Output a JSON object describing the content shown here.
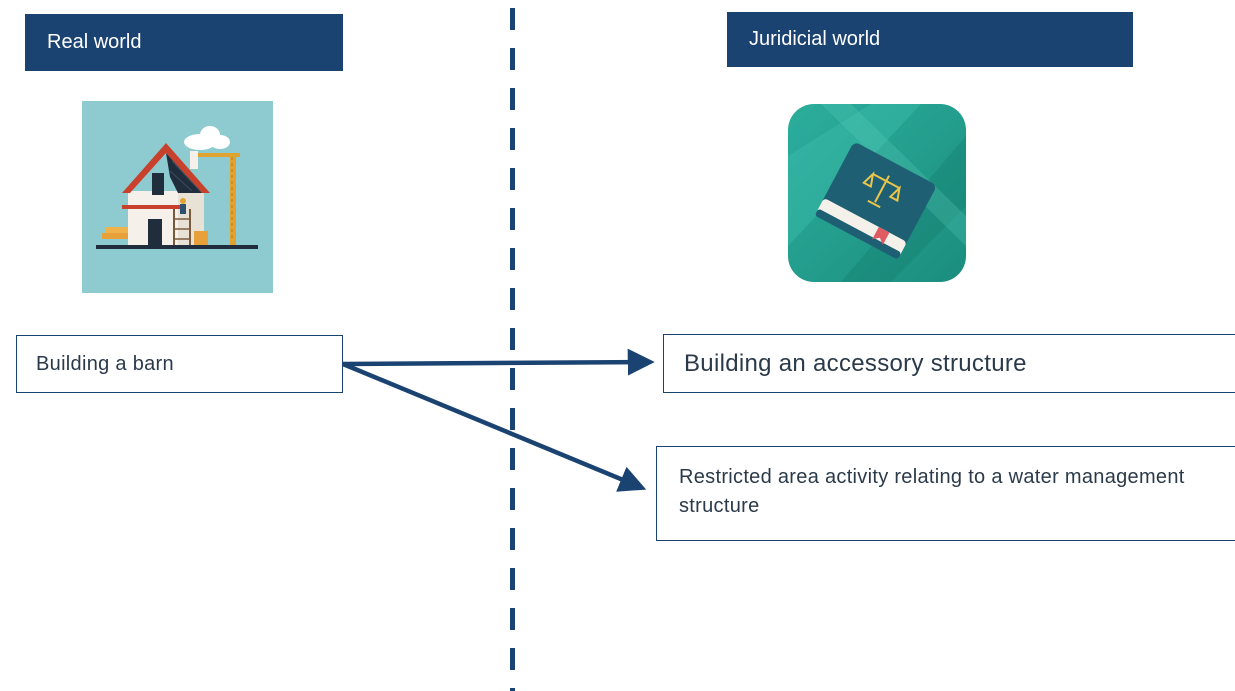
{
  "real_world": {
    "title": "Real world"
  },
  "juridicial_world": {
    "title": "Juridicial world"
  },
  "boxes": {
    "barn": "Building a barn",
    "accessory": "Building an accessory structure",
    "restricted": "Restricted area activity relating to a water management structure"
  },
  "icons": {
    "real": "house-construction-icon",
    "juridicial": "law-book-scales-icon"
  },
  "colors": {
    "header_bg": "#1b4371",
    "arrow": "#1b4371",
    "divider": "#1b4371"
  }
}
